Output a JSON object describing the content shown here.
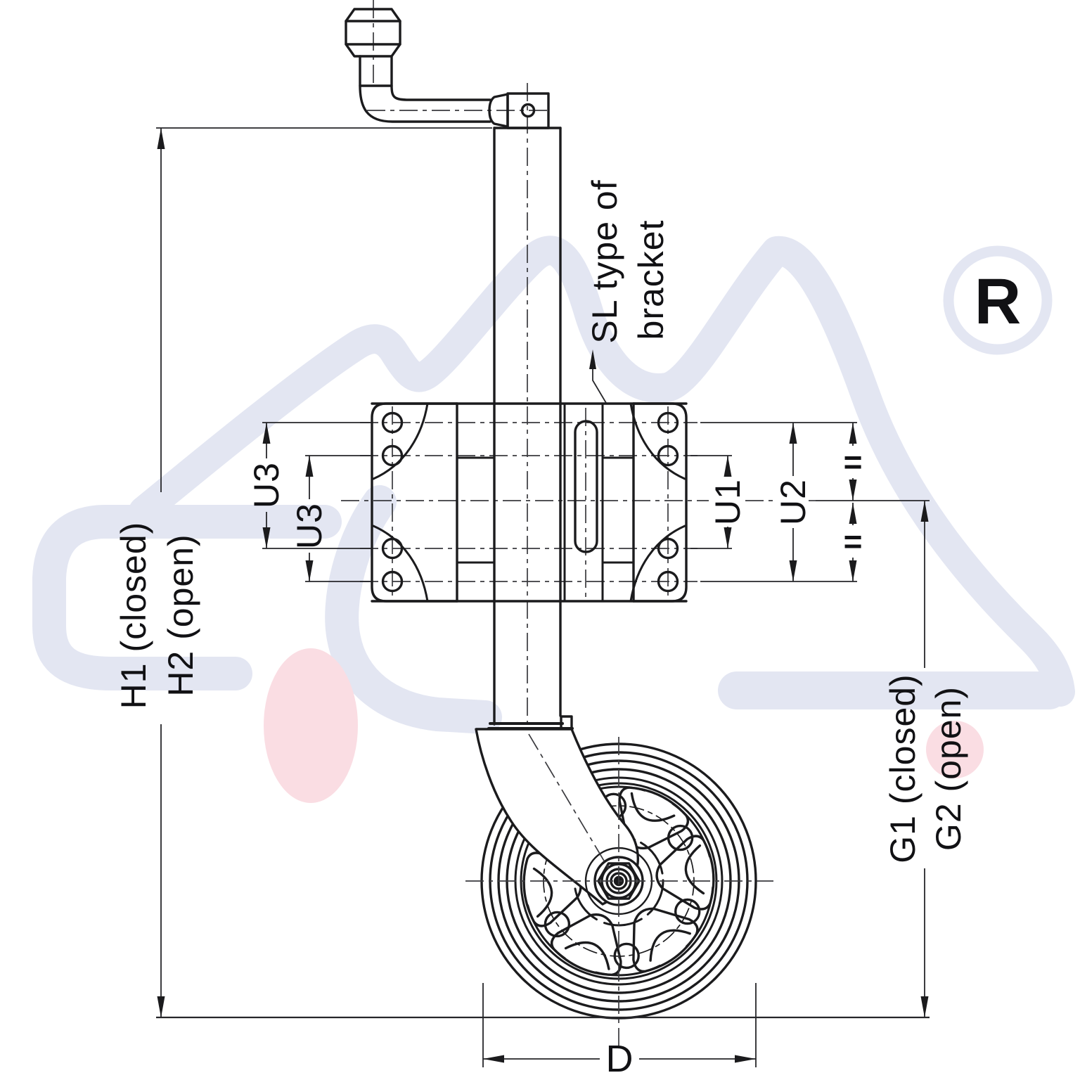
{
  "diagram": {
    "title_hidden": "",
    "labels": {
      "h1": "H1 (closed)",
      "h2": "H2 (open)",
      "u3_outer": "U3",
      "u3_inner": "U3",
      "u1": "U1",
      "u2": "U2",
      "eq_top": "=",
      "eq_bottom": "=",
      "g1": "G1 (closed)",
      "g2": "G2 (open)",
      "d": "D",
      "bracket_note_line1": "SL type of",
      "bracket_note_line2": "bracket",
      "registered_mark": "R"
    },
    "colors": {
      "line": "#1b1b1d",
      "thin_line": "#26262a",
      "watermark": "#e3e6f2",
      "accent_pink": "#fadde3",
      "background": "#ffffff"
    }
  }
}
